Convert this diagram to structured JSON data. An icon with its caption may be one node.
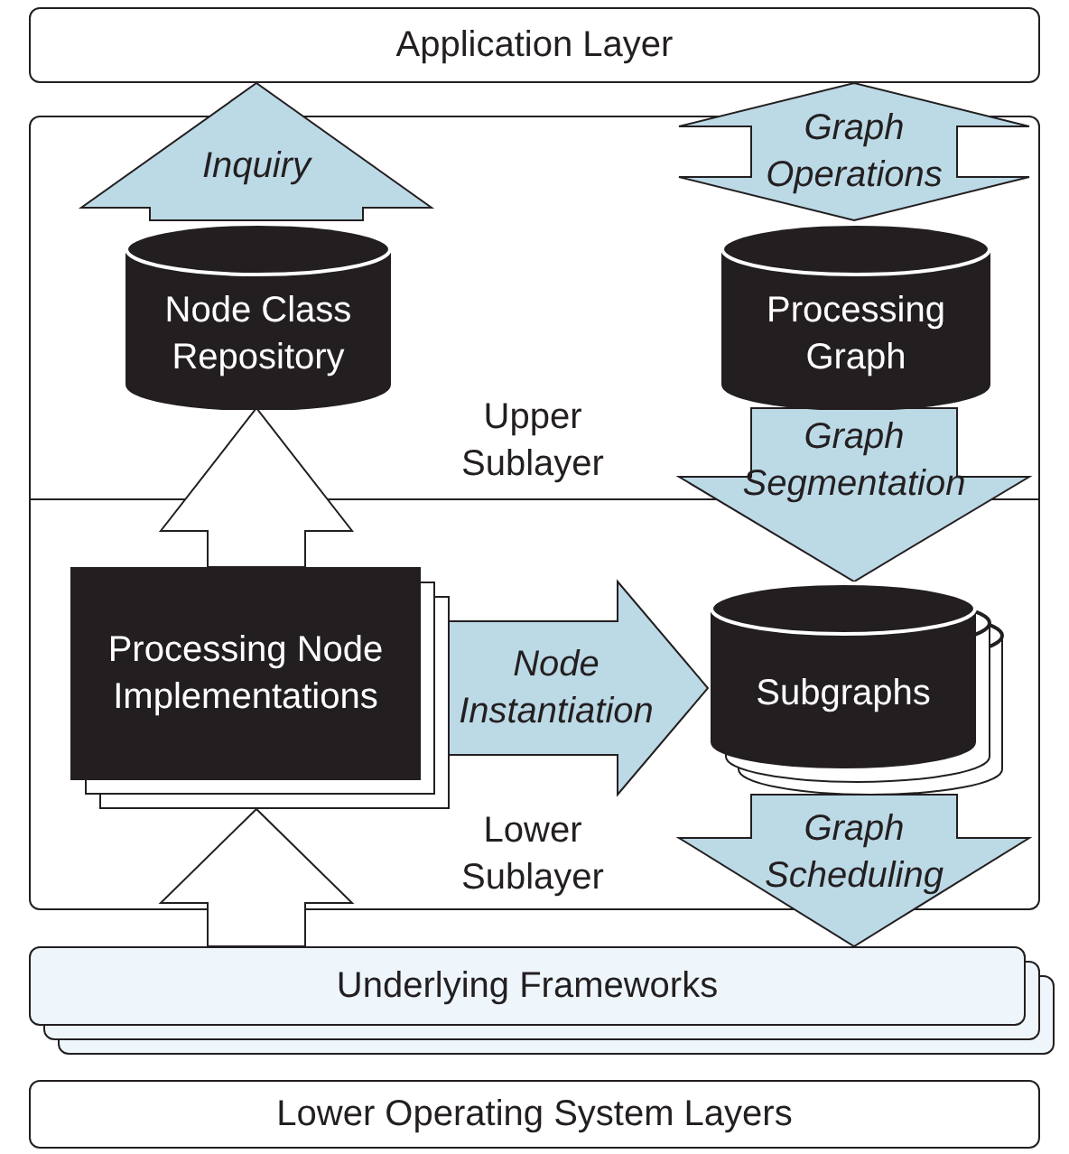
{
  "diagram": {
    "nodes": [
      {
        "text": [
          "Application Layer"
        ]
      },
      {
        "text": [
          "Upper Sublayer"
        ]
      },
      {
        "text": [
          "Lower Sublayer"
        ]
      },
      {
        "text": [
          "Node Class Repository"
        ],
        "in": 1
      },
      {
        "text": [
          "Processing Graph"
        ],
        "in": 1
      },
      {
        "text": [
          "Processing Node Implementations"
        ],
        "in": 2
      },
      {
        "text": [
          "Subgraphs"
        ],
        "in": 2
      },
      {
        "text": [
          "Underlying Frameworks"
        ]
      },
      {
        "text": [
          "Lower Operating System Layers"
        ]
      }
    ],
    "edges": [
      {
        "from": 3,
        "to": 0,
        "arrow": "to",
        "label": "Inquiry"
      },
      {
        "from": 4,
        "to": 0,
        "arrow": "both",
        "label": "Graph Operations"
      },
      {
        "from": 4,
        "to": 6,
        "arrow": "to",
        "label": "Graph Segmentation"
      },
      {
        "from": 5,
        "to": 6,
        "arrow": "to",
        "label": "Node Instantiation"
      },
      {
        "from": 6,
        "to": 7,
        "arrow": "to",
        "label": "Graph Scheduling"
      },
      {
        "from": 5,
        "to": 3,
        "arrow": "to",
        "color": "#ffffff"
      },
      {
        "from": 7,
        "to": 5,
        "arrow": "to",
        "color": "#ffffff"
      }
    ]
  }
}
